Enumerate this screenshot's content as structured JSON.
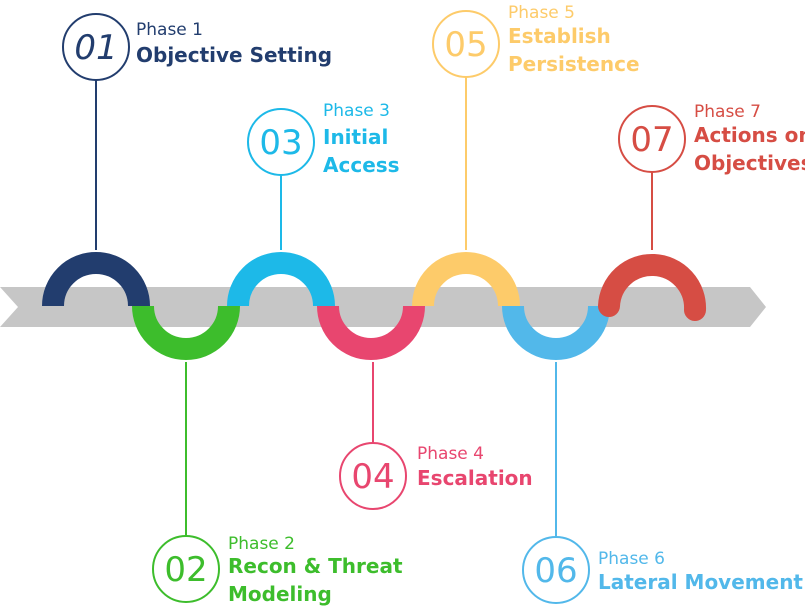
{
  "arrow_color": "#c6c6c6",
  "phases": [
    {
      "number": "01",
      "phase": "Phase 1",
      "title": [
        "Objective Setting"
      ],
      "color": "#223d6e",
      "italic_number": true
    },
    {
      "number": "02",
      "phase": "Phase 2",
      "title": [
        "Recon & Threat",
        "Modeling"
      ],
      "color": "#3dbd2c"
    },
    {
      "number": "03",
      "phase": "Phase 3",
      "title": [
        "Initial",
        "Access"
      ],
      "color": "#1db9e8"
    },
    {
      "number": "04",
      "phase": "Phase 4",
      "title": [
        "Escalation"
      ],
      "color": "#e8466f"
    },
    {
      "number": "05",
      "phase": "Phase 5",
      "title": [
        "Establish",
        "Persistence"
      ],
      "color": "#fdcb6a"
    },
    {
      "number": "06",
      "phase": "Phase 6",
      "title": [
        "Lateral Movement"
      ],
      "color": "#52b8ea"
    },
    {
      "number": "07",
      "phase": "Phase 7",
      "title": [
        "Actions on",
        "Objectives"
      ],
      "color": "#d64d44"
    }
  ]
}
